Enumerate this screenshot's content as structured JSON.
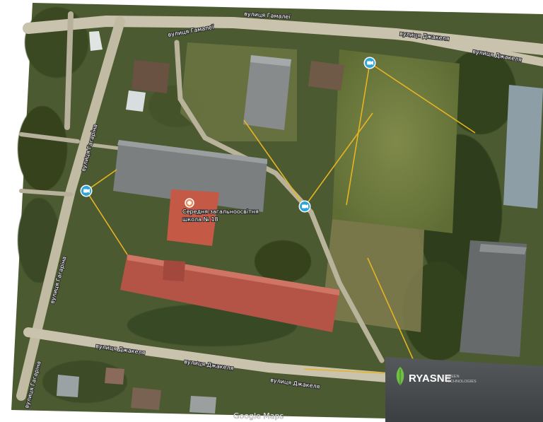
{
  "map": {
    "streets": {
      "top_left": "вулиця Гамалеї",
      "top_center": "вулиця Гамалеї",
      "top_right_1": "вулиця Джакеля",
      "top_right_2": "вулиця Джакеля",
      "left_vertical_1": "вулиця Гагаріна",
      "left_vertical_2": "вулиця Гагаріна",
      "bottom_1": "вулиця Джакеля",
      "bottom_2": "вулиця Джакеля",
      "bottom_3": "вулиця Джакеля",
      "bottom_left_vertical": "вулиця Гагаріна"
    },
    "poi": {
      "label_line1": "Середня загальноосвітня",
      "label_line2": "школа № 18"
    },
    "attribution": "Google Maps",
    "colors": {
      "sight_line": "#e6b422",
      "camera": "#2fa6d8"
    },
    "cameras": [
      {
        "id": "camera-north"
      },
      {
        "id": "camera-west"
      },
      {
        "id": "camera-center"
      }
    ]
  },
  "logo": {
    "name": "RYASNE",
    "tagline_1": "GREEN",
    "tagline_2": "TECHNOLOGIES"
  }
}
